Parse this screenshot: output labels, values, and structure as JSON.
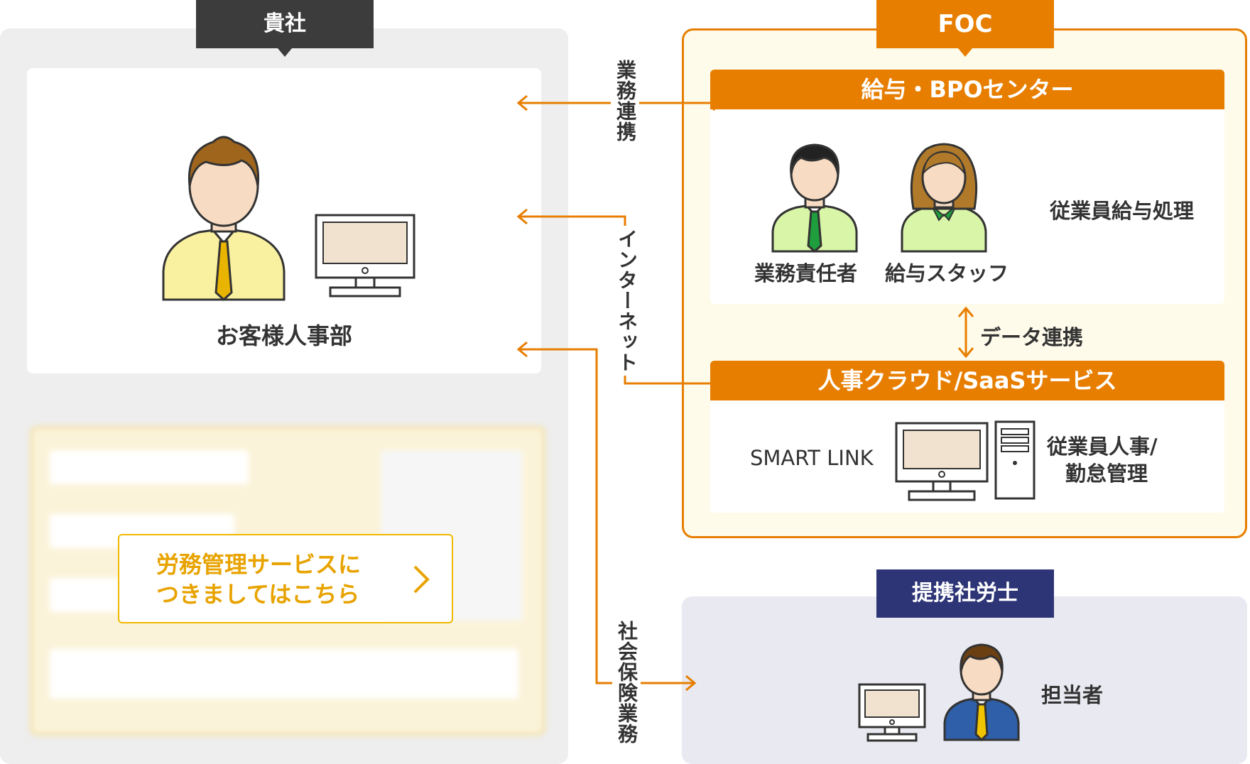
{
  "kisha": {
    "tag": "貴社",
    "customer_label": "お客様人事部"
  },
  "cta": {
    "line1": "労務管理サービスに",
    "line2": "つきましてはこちら"
  },
  "foc": {
    "tag": "FOC",
    "bpo_header": "給与・BPOセンター",
    "staff1": "業務責任者",
    "staff2": "給与スタッフ",
    "bpo_desc": "従業員給与処理",
    "data_link": "データ連携",
    "hr_header": "人事クラウド/SaaSサービス",
    "smart_link": "SMART LINK",
    "hr_desc1": "従業員人事/",
    "hr_desc2": "勤怠管理"
  },
  "connectors": {
    "gyomu_renkei": "業務連携",
    "internet": "インターネット",
    "shakai_hoken": "社会保険業務"
  },
  "sharo": {
    "tag": "提携社労士",
    "person": "担当者"
  },
  "colors": {
    "orange": "#e77e00",
    "navy": "#2e3577",
    "dark_gray": "#3c3c3c",
    "cta_yellow": "#e8a300"
  }
}
